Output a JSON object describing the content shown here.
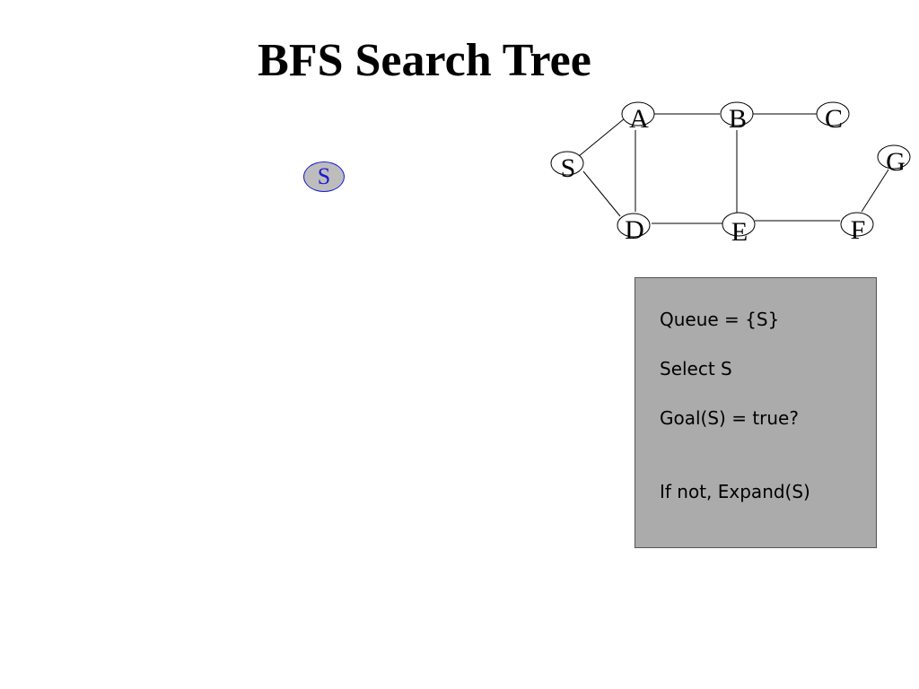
{
  "slide": {
    "title": "BFS Search Tree"
  },
  "search_tree": {
    "nodes": [
      {
        "label": "S",
        "state": "selected"
      }
    ]
  },
  "graph": {
    "nodes": [
      {
        "id": "A",
        "label": "A"
      },
      {
        "id": "B",
        "label": "B"
      },
      {
        "id": "C",
        "label": "C"
      },
      {
        "id": "S",
        "label": "S"
      },
      {
        "id": "G",
        "label": "G"
      },
      {
        "id": "D",
        "label": "D"
      },
      {
        "id": "E",
        "label": "E"
      },
      {
        "id": "F",
        "label": "F"
      }
    ],
    "edges": [
      [
        "S",
        "A"
      ],
      [
        "S",
        "D"
      ],
      [
        "A",
        "B"
      ],
      [
        "A",
        "D"
      ],
      [
        "B",
        "C"
      ],
      [
        "B",
        "E"
      ],
      [
        "D",
        "E"
      ],
      [
        "E",
        "F"
      ],
      [
        "F",
        "G"
      ]
    ]
  },
  "info_box": {
    "queue": "Queue = {S}",
    "select": "Select S",
    "goal_check": "Goal(S) = true?",
    "expand": "If not, Expand(S)"
  },
  "colors": {
    "tree_node_fill": "#bdbdbd",
    "tree_node_stroke": "#1a1ad0",
    "info_box_fill": "#ababab"
  }
}
